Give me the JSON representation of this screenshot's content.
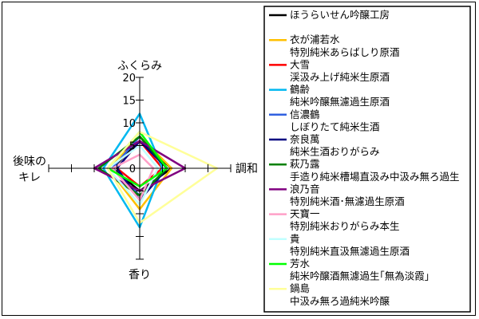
{
  "chart_data": {
    "type": "radar",
    "axes": [
      "ふくらみ",
      "調和",
      "香り",
      "後味の\nキレ"
    ],
    "rlim": [
      0,
      20
    ],
    "ticks": [
      "0",
      "5",
      "10",
      "15",
      "20"
    ],
    "tick_values": [
      0,
      5,
      10,
      15,
      20
    ],
    "legend_position": "right",
    "series": [
      {
        "name": "ほうらいせん吟醸工房",
        "sub": "",
        "color": "#000000",
        "values": [
          6,
          7,
          5,
          6
        ]
      },
      {
        "name": "衣が浦若水",
        "sub": "特別純米あらばしり原酒",
        "color": "#FFC000",
        "values": [
          7,
          7,
          9,
          7
        ]
      },
      {
        "name": "大雪",
        "sub": "渓汲み上げ純米生原酒",
        "color": "#FF0000",
        "values": [
          6,
          5,
          4,
          5
        ]
      },
      {
        "name": "鶴齢",
        "sub": "純米吟醸無濾過生原酒",
        "color": "#00B8F0",
        "values": [
          12,
          5,
          13,
          8
        ]
      },
      {
        "name": "信濃鶴",
        "sub": "しぼりたて純米生酒",
        "color": "#3060E0",
        "values": [
          7,
          6,
          6,
          6
        ]
      },
      {
        "name": "奈良萬",
        "sub": "純米生酒おりがらみ",
        "color": "#000080",
        "values": [
          6,
          6,
          7,
          5
        ]
      },
      {
        "name": "萩乃露",
        "sub": "手造り純米槽場直汲み中汲み無ろ過生",
        "color": "#008000",
        "values": [
          7,
          6,
          6,
          9
        ]
      },
      {
        "name": "浪乃音",
        "sub": "特別純米酒･無濾過生原酒",
        "color": "#800080",
        "values": [
          6,
          10,
          5,
          10
        ]
      },
      {
        "name": "天寶一",
        "sub": "特別純米おりがらみ本生",
        "color": "#FFA0C8",
        "values": [
          3,
          3,
          7,
          6
        ]
      },
      {
        "name": "貴",
        "sub": "特別純米直汲無濾過生原酒",
        "color": "#C0FFFF",
        "values": [
          5,
          4,
          8,
          7
        ]
      },
      {
        "name": "芳水",
        "sub": "純米吟醸酒無濾過生｢無為淡霞｣",
        "color": "#00FF00",
        "values": [
          8,
          6,
          4,
          7
        ]
      },
      {
        "name": "鍋島",
        "sub": "中汲み無ろ過純米吟醸",
        "color": "#FFFF99",
        "values": [
          8,
          17,
          12,
          7
        ]
      }
    ]
  }
}
